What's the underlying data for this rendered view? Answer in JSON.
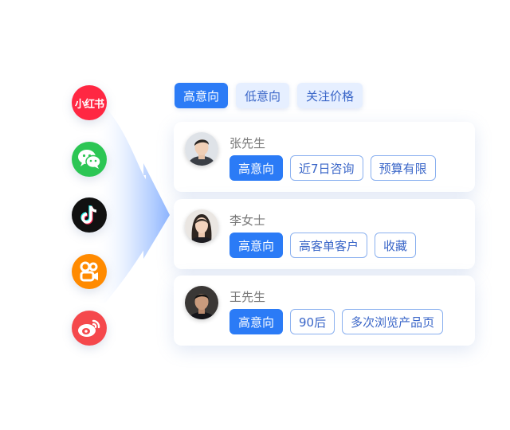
{
  "platforms": [
    {
      "name": "xiaohongshu",
      "label": "小红书",
      "color": "#ff2742"
    },
    {
      "name": "wechat",
      "color": "#2cc654"
    },
    {
      "name": "douyin",
      "color": "#111111"
    },
    {
      "name": "kuaishou",
      "color": "#ff8a00"
    },
    {
      "name": "weibo",
      "color": "#f5484c"
    }
  ],
  "tabs": [
    {
      "label": "高意向",
      "active": true
    },
    {
      "label": "低意向",
      "active": false
    },
    {
      "label": "关注价格",
      "active": false
    }
  ],
  "customers": [
    {
      "name": "张先生",
      "tags": [
        "高意向",
        "近7日咨询",
        "预算有限"
      ]
    },
    {
      "name": "李女士",
      "tags": [
        "高意向",
        "高客单客户",
        "收藏"
      ]
    },
    {
      "name": "王先生",
      "tags": [
        "高意向",
        "90后",
        "多次浏览产品页"
      ]
    }
  ],
  "colors": {
    "accent": "#2b7bf6",
    "tag_border": "#8ab0ef",
    "tag_text": "#3a66c8"
  }
}
